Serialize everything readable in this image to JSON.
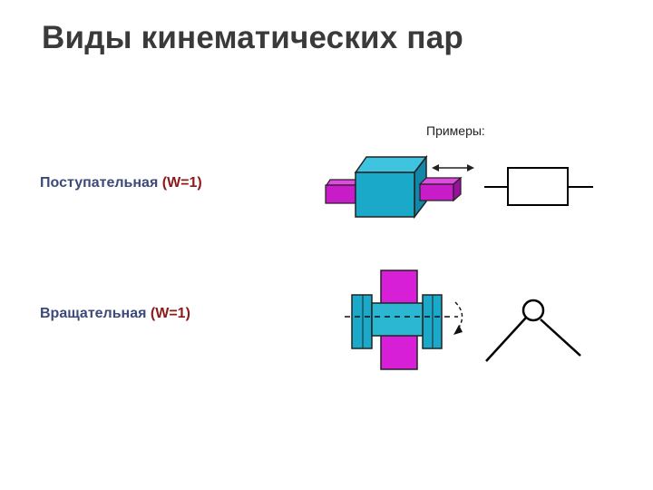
{
  "title": "Виды кинематических пар",
  "examples_label": "Примеры:",
  "pairs": [
    {
      "name": "Поступательная",
      "dof": "(W=1)"
    },
    {
      "name": "Вращательная",
      "dof": "(W=1)"
    }
  ],
  "colors": {
    "title": "#3a3a3a",
    "label": "#3b4a7a",
    "dof": "#8b1a1a",
    "cyan": "#1aa9c9",
    "magenta": "#d61fd6"
  }
}
